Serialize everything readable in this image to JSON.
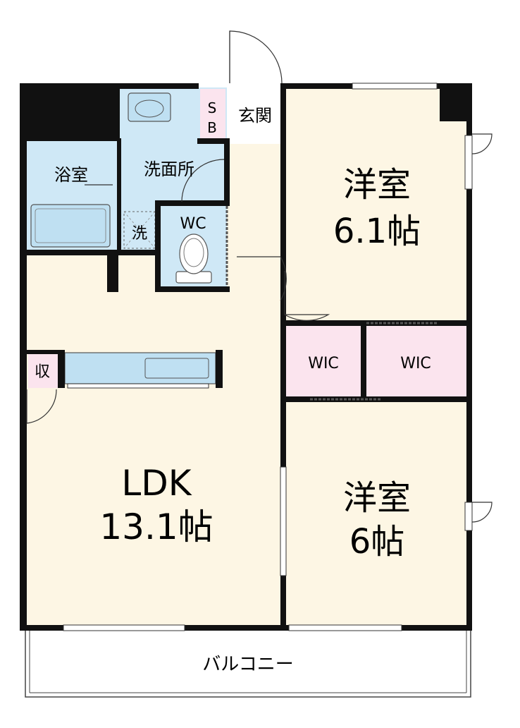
{
  "colors": {
    "floor": "#fdf6e4",
    "wet_area": "#cfe8f6",
    "closet": "#fbe4ee",
    "wall": "#111111",
    "fixture": "#bfe0f2"
  },
  "rooms": {
    "western_room_1": {
      "name": "洋室",
      "size": "6.1帖"
    },
    "western_room_2": {
      "name": "洋室",
      "size": "6帖"
    },
    "ldk": {
      "name": "LDK",
      "size": "13.1帖"
    },
    "bathroom": {
      "name": "浴室"
    },
    "washroom": {
      "name": "洗面所"
    },
    "toilet": {
      "name": "WC"
    },
    "washer": {
      "name": "洗"
    },
    "entrance": {
      "name": "玄関"
    },
    "shoe_box": {
      "line1": "S",
      "line2": "B"
    },
    "walk_in_closet_1": {
      "name": "WIC"
    },
    "walk_in_closet_2": {
      "name": "WIC"
    },
    "storage": {
      "name": "収"
    },
    "balcony": {
      "name": "バルコニー"
    }
  }
}
